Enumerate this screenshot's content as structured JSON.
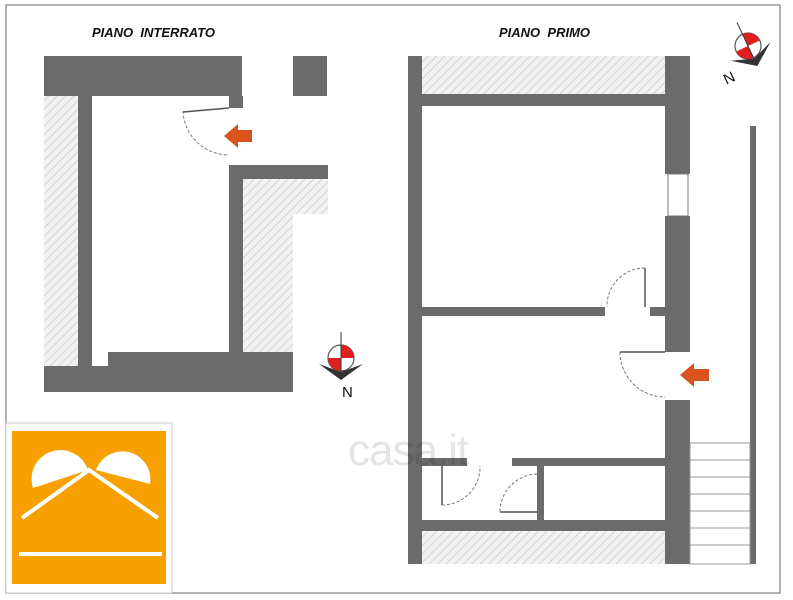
{
  "plan": {
    "basement_label": "PIANO  INTERRATO",
    "first_floor_label": "PIANO  PRIMO",
    "north_symbol": "N",
    "watermark": "casa.it"
  },
  "colors": {
    "wall": "#6b6b6b",
    "hatch": "#bdbdbd",
    "entrance_arrow": "#d9531e",
    "compass_red": "#e02020",
    "logo_orange": "#f7a000",
    "frame": "#9a9a9a"
  },
  "icons": {
    "entrance": "arrow-icon",
    "compass": "compass-icon",
    "logo": "house-logo-icon"
  }
}
